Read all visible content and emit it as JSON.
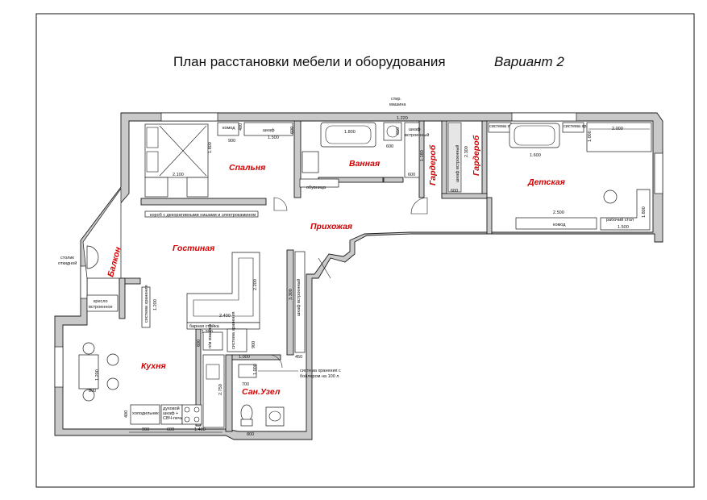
{
  "title": "План расстановки мебели и оборудования",
  "variant": "Вариант 2",
  "rooms": {
    "bedroom": "Спальня",
    "bathroom": "Ванная",
    "wardrobe1": "Гардероб",
    "wardrobe2": "Гардероб",
    "kids_room": "Детская",
    "hallway": "Прихожая",
    "living_room": "Гостиная",
    "balcony": "Балкон",
    "kitchen": "Кухня",
    "toilet": "Сан.Узел"
  },
  "labels": {
    "komod_bedroom": "комод",
    "shkaf_bedroom": "шкаф",
    "stir_mashina_1": "стир.",
    "stir_mashina_2": "машина",
    "shkaf_vstroen_1": "шкаф",
    "shkaf_vstroen_2": "встроенный",
    "shkaf_vstroen_v": "шкаф встроенный",
    "sistema_hraneniya_kids_l": "система хранения",
    "sistema_hraneniya_kids_r": "система хранения",
    "obuvnitsa": "обувница",
    "korob": "короб с декоративными нишами и электрокамином",
    "stolik_1": "столик",
    "stolik_2": "откидной",
    "kreslo_1": "кресло",
    "kreslo_2": "встроенное",
    "sistema_hraneniya_kitchen": "система хранения",
    "barnaya_stoyka": "барная стойка",
    "posudomoechnaya": "п/м машина",
    "sistema_hraneniya_toilet": "система хранения",
    "shkaf_hall": "шкаф встроенный",
    "boiler_1": "система хранения с",
    "boiler_2": "бойлером на 100 л",
    "holodilnik": "холодильник",
    "dukhovoy_1": "духовой",
    "dukhovoy_2": "шкаф +",
    "dukhovoy_3": "СВЧ-печь",
    "komod_kids": "комод",
    "rabochiy_stol": "рабочий стол"
  },
  "dims": {
    "d400": "400",
    "d900": "900",
    "d1500": "1.500",
    "d600": "600",
    "d2100": "2.100",
    "d1800_bed": "1.800",
    "d1800_bath": "1.800",
    "d1220": "1.220",
    "d650": "650",
    "d600_bath": "600",
    "d1180": "1.180",
    "d600_w": "600",
    "d2300": "2.300",
    "d600_wb": "600",
    "d2000": "2.000",
    "d1000": "1.000",
    "d1600": "1.600",
    "d2500": "2.500",
    "d1800_kids": "1.800",
    "d1500_kids": "1.500",
    "d2200": "2.200",
    "d1200_sys": "1.200",
    "d2400": "2.400",
    "d1200_bar": "1.200",
    "d600_bar": "600",
    "d900_k": "900",
    "d1000_k": "1.000",
    "d3300": "3.300",
    "d450": "450",
    "d700": "700",
    "d1000_t": "1.000",
    "d800_t": "800",
    "d1200_tbl": "1.200",
    "d800_tbl": "800",
    "d2750": "2.750",
    "d400_k": "400",
    "d900_b": "900",
    "d600_b": "600",
    "d1400_b": "1.400",
    "d600_tb": "600"
  }
}
